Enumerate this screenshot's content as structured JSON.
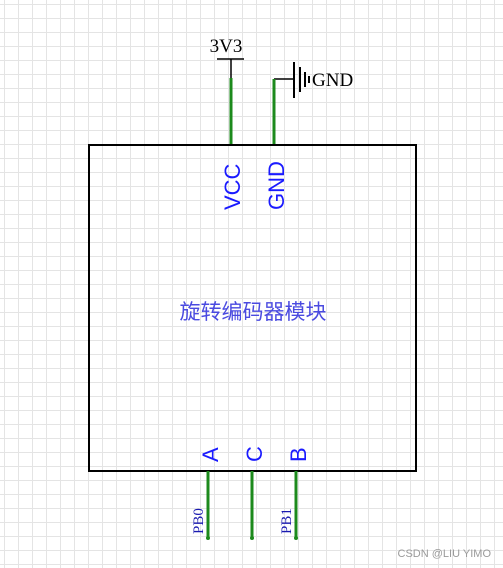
{
  "diagram": {
    "module_label": "旋转编码器模块",
    "power": {
      "supply_label": "3V3",
      "ground_label": "GND"
    },
    "pins_top": [
      {
        "label": "VCC"
      },
      {
        "label": "GND"
      }
    ],
    "pins_bottom": [
      {
        "label": "A",
        "net": "PB0"
      },
      {
        "label": "C",
        "net": ""
      },
      {
        "label": "B",
        "net": "PB1"
      }
    ],
    "colors": {
      "wire": "#1c8a1c",
      "pin_text": "#1a1aff",
      "module_text": "#4a4ae0",
      "net_text": "#1a1ab0",
      "outline": "#000000"
    }
  },
  "watermark": "CSDN @LIU YIMO"
}
